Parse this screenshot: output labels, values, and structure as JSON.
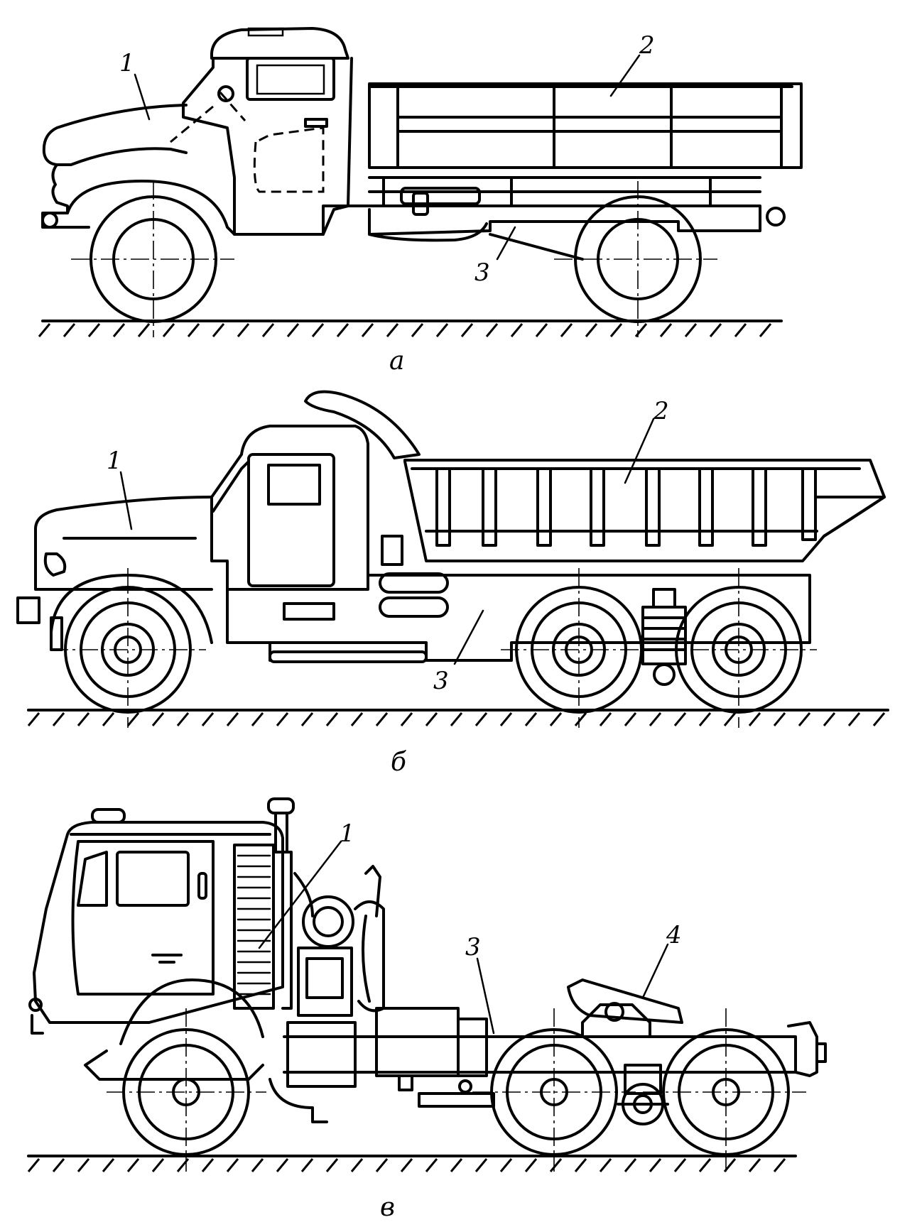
{
  "figures": [
    {
      "id": "a",
      "caption": "а",
      "labels": {
        "engine": "1",
        "body": "2",
        "frame": "3"
      }
    },
    {
      "id": "b",
      "caption": "б",
      "labels": {
        "engine": "1",
        "body": "2",
        "frame": "3"
      }
    },
    {
      "id": "c",
      "caption": "в",
      "labels": {
        "engine": "1",
        "frame": "3",
        "fifth_wheel": "4"
      }
    }
  ]
}
